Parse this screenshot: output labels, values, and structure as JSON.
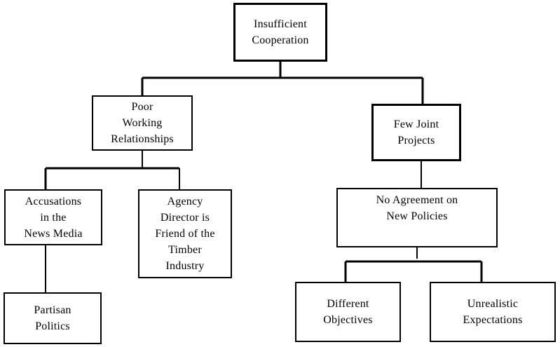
{
  "diagram": {
    "root": {
      "label": "Insufficient\nCooperation"
    },
    "poor_working": {
      "label": "Poor\nWorking\nRelationships"
    },
    "few_joint": {
      "label": "Few Joint\nProjects"
    },
    "accusations": {
      "label": "Accusations\nin the\nNews Media"
    },
    "agency_director": {
      "label": "Agency\nDirector is\nFriend of the\nTimber\nIndustry"
    },
    "no_agreement": {
      "label": "No Agreement on\nNew Policies"
    },
    "partisan": {
      "label": "Partisan\nPolitics"
    },
    "different_objectives": {
      "label": "Different\nObjectives"
    },
    "unrealistic_expectations": {
      "label": "Unrealistic\nExpectations"
    }
  }
}
